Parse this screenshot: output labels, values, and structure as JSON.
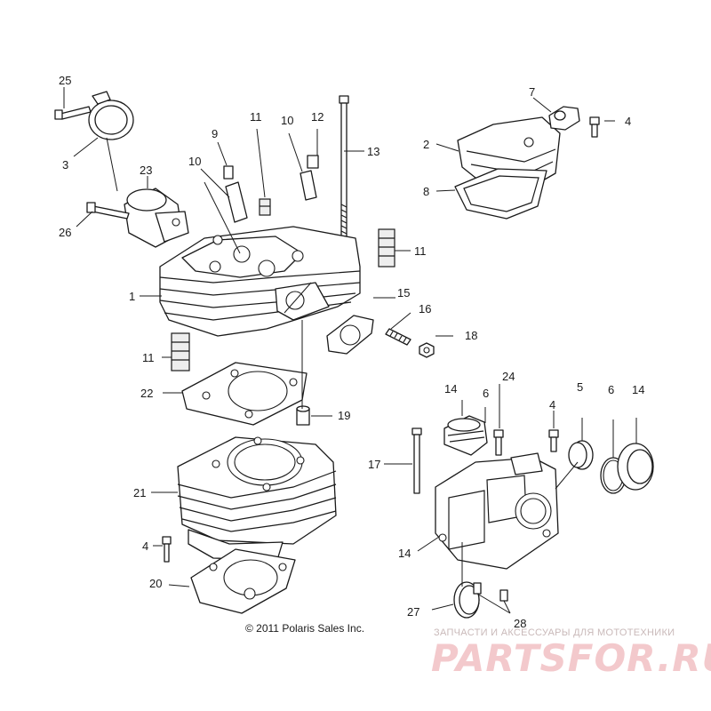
{
  "callouts": [
    {
      "id": "c25",
      "label": "25"
    },
    {
      "id": "c3",
      "label": "3"
    },
    {
      "id": "c23",
      "label": "23"
    },
    {
      "id": "c26",
      "label": "26"
    },
    {
      "id": "c9",
      "label": "9"
    },
    {
      "id": "c10a",
      "label": "10"
    },
    {
      "id": "c11a",
      "label": "11"
    },
    {
      "id": "c10b",
      "label": "10"
    },
    {
      "id": "c12",
      "label": "12"
    },
    {
      "id": "c13",
      "label": "13"
    },
    {
      "id": "c7",
      "label": "7"
    },
    {
      "id": "c4a",
      "label": "4"
    },
    {
      "id": "c2",
      "label": "2"
    },
    {
      "id": "c8",
      "label": "8"
    },
    {
      "id": "c11b",
      "label": "11"
    },
    {
      "id": "c1",
      "label": "1"
    },
    {
      "id": "c15",
      "label": "15"
    },
    {
      "id": "c16",
      "label": "16"
    },
    {
      "id": "c18",
      "label": "18"
    },
    {
      "id": "c11c",
      "label": "11"
    },
    {
      "id": "c22",
      "label": "22"
    },
    {
      "id": "c19",
      "label": "19"
    },
    {
      "id": "c14a",
      "label": "14"
    },
    {
      "id": "c6a",
      "label": "6"
    },
    {
      "id": "c24",
      "label": "24"
    },
    {
      "id": "c4b",
      "label": "4"
    },
    {
      "id": "c5",
      "label": "5"
    },
    {
      "id": "c6b",
      "label": "6"
    },
    {
      "id": "c14b",
      "label": "14"
    },
    {
      "id": "c17",
      "label": "17"
    },
    {
      "id": "c21",
      "label": "21"
    },
    {
      "id": "c4c",
      "label": "4"
    },
    {
      "id": "c14c",
      "label": "14"
    },
    {
      "id": "c20",
      "label": "20"
    },
    {
      "id": "c27",
      "label": "27"
    },
    {
      "id": "c28",
      "label": "28"
    }
  ],
  "copyright": "© 2011 Polaris Sales Inc.",
  "watermark": {
    "tagline": "ЗАПЧАСТИ И АКСЕССУАРЫ ДЛЯ МОТОТЕХНИКИ",
    "logo": "PARTSFOR.RU",
    "logo_color": "#f3c9cc"
  }
}
